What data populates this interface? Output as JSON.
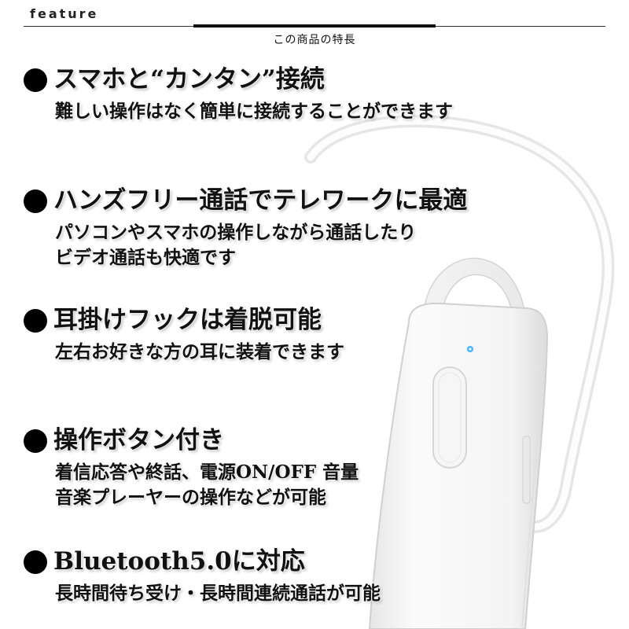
{
  "header": {
    "label": "feature",
    "subtitle": "この商品の特長"
  },
  "features": [
    {
      "title": "スマホと“カンタン”接続",
      "lines": [
        "難しい操作はなく簡単に接続することができます"
      ]
    },
    {
      "title": "ハンズフリー通話でテレワークに最適",
      "lines": [
        "パソコンやスマホの操作しながら通話したり",
        "ビデオ通話も快適です"
      ]
    },
    {
      "title": "耳掛けフックは着脱可能",
      "lines": [
        "左右お好きな方の耳に装着できます"
      ]
    },
    {
      "title": "操作ボタン付き",
      "lines": [
        "着信応答や終話、電源ON/OFF 音量",
        "音楽プレーヤーの操作などが可能"
      ]
    },
    {
      "title": "Bluetooth5.0に対応",
      "lines": [
        "長時間待ち受け・長時間連続通話が可能"
      ]
    }
  ],
  "colors": {
    "bullet": "#000000",
    "led": "#3fb6ff",
    "device_body": "#f7f7f7"
  }
}
